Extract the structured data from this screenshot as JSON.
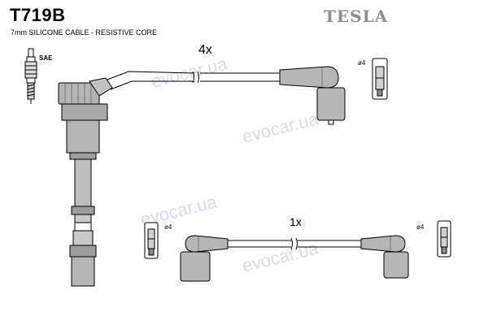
{
  "header": {
    "part_code": "T719B",
    "cable_desc": "7mm SILICONE CABLE - RESISTIVE CORE",
    "brand": "TESLA"
  },
  "labels": {
    "sae": "SAE",
    "qty_top": "4x",
    "qty_bottom": "1x",
    "dia_1": "ø4",
    "dia_2": "ø4",
    "dia_3": "ø4"
  },
  "watermark": {
    "text": "evocar.ua"
  },
  "colors": {
    "boot_fill": "#b5b5b5",
    "line": "#000000",
    "brand": "#8e8e8e",
    "watermark": "#d8dcec"
  }
}
